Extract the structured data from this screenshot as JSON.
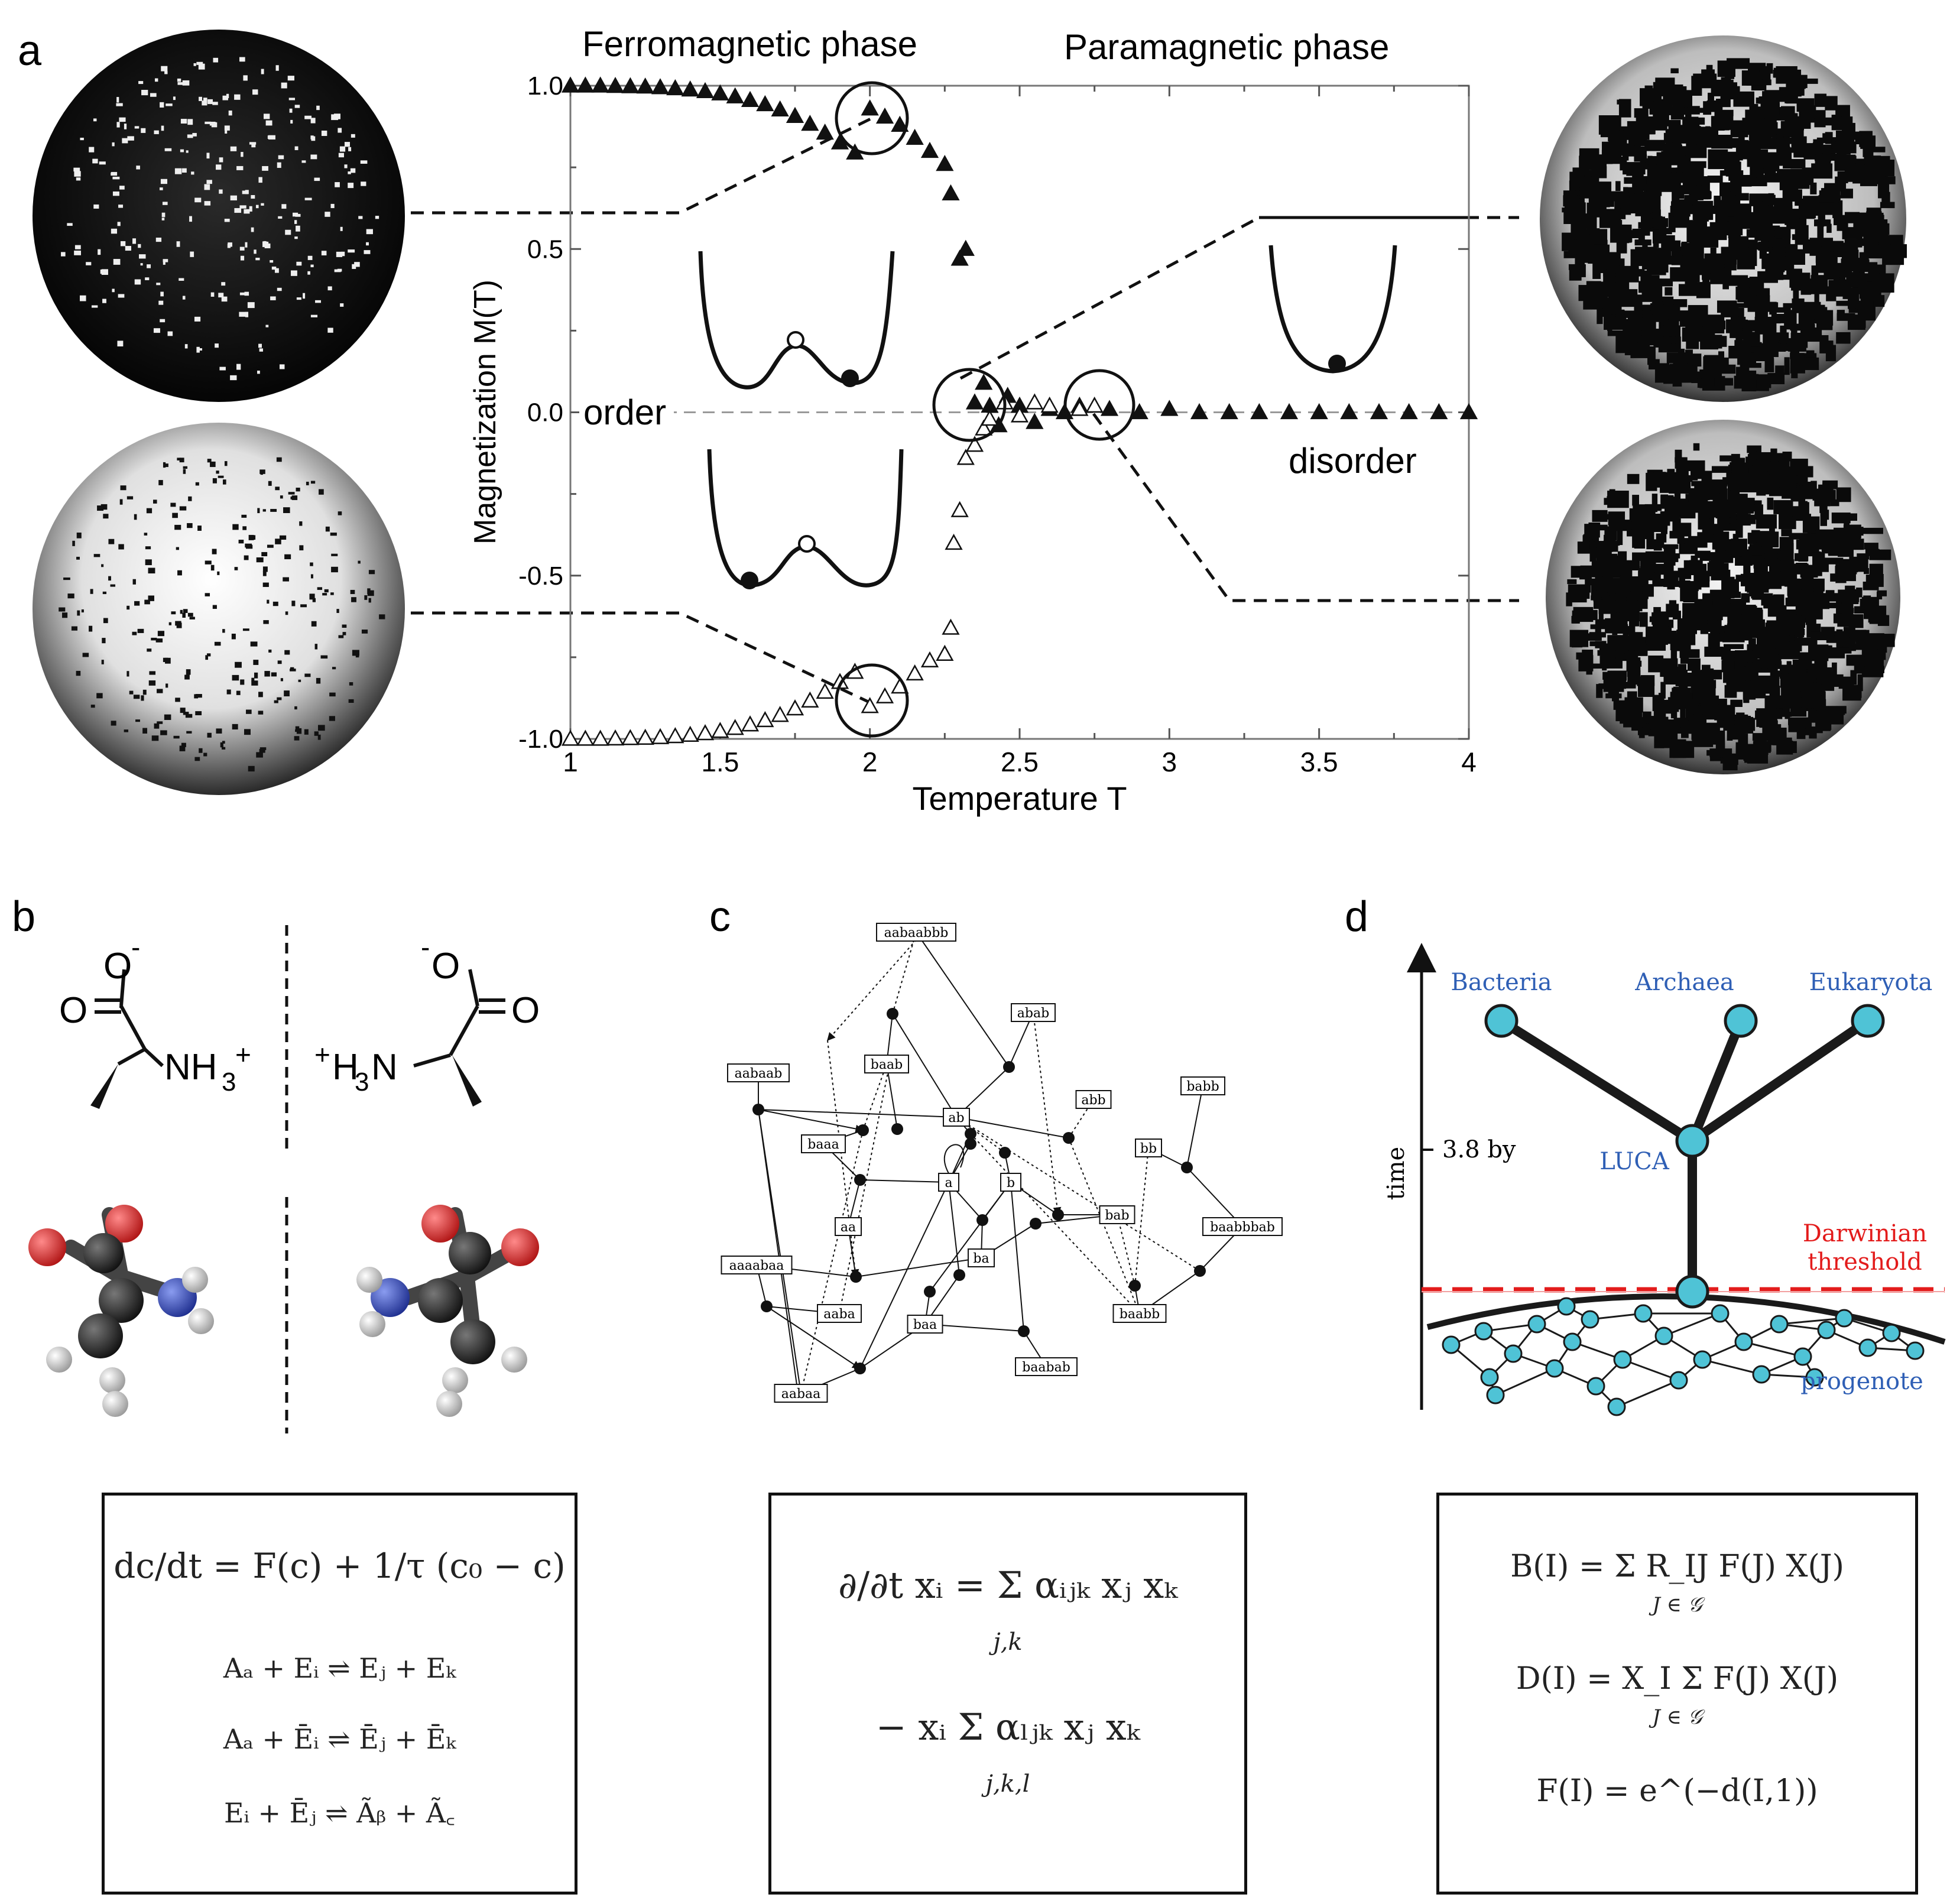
{
  "panels": {
    "a": "a",
    "b": "b",
    "c": "c",
    "d": "d"
  },
  "panel_a": {
    "phase_left": "Ferromagnetic phase",
    "phase_right": "Paramagnetic phase",
    "label_order": "order",
    "label_disorder": "disorder"
  },
  "chart_data": {
    "type": "scatter",
    "title": "",
    "xlabel": "Temperature T",
    "ylabel": "Magnetization M(T)",
    "xlim": [
      1,
      4
    ],
    "ylim": [
      -1,
      1
    ],
    "xticks": [
      "1",
      "1.5",
      "2",
      "2.5",
      "3",
      "3.5",
      "4"
    ],
    "yticks": [
      "1.0",
      "0.5",
      "0.0",
      "-0.5",
      "-1.0"
    ],
    "reference_line_y": 0,
    "series": [
      {
        "marker": "filled-triangle",
        "x": [
          1.0,
          1.05,
          1.1,
          1.15,
          1.2,
          1.25,
          1.3,
          1.35,
          1.4,
          1.45,
          1.5,
          1.55,
          1.6,
          1.65,
          1.7,
          1.75,
          1.8,
          1.85,
          1.9,
          1.95,
          2.0,
          2.05,
          2.1,
          2.15,
          2.2,
          2.25,
          2.27,
          2.3,
          2.32,
          2.35,
          2.38,
          2.4,
          2.43,
          2.46,
          2.5,
          2.55,
          2.6,
          2.65,
          2.7,
          2.8,
          2.9,
          3.0,
          3.1,
          3.2,
          3.3,
          3.4,
          3.5,
          3.6,
          3.7,
          3.8,
          3.9,
          4.0
        ],
        "y": [
          1.0,
          1.0,
          1.0,
          0.999,
          0.998,
          0.997,
          0.995,
          0.992,
          0.988,
          0.983,
          0.976,
          0.967,
          0.956,
          0.943,
          0.927,
          0.907,
          0.883,
          0.856,
          0.826,
          0.795,
          0.93,
          0.905,
          0.88,
          0.84,
          0.8,
          0.76,
          0.67,
          0.47,
          0.5,
          0.03,
          0.09,
          0.02,
          -0.04,
          0.05,
          0.02,
          -0.03,
          0.01,
          0.0,
          0.02,
          0.01,
          0.0,
          0.01,
          0.0,
          0.0,
          0.0,
          0.0,
          0.0,
          0.0,
          0.0,
          0.0,
          0.0,
          0.0
        ]
      },
      {
        "marker": "open-triangle",
        "x": [
          1.0,
          1.05,
          1.1,
          1.15,
          1.2,
          1.25,
          1.3,
          1.35,
          1.4,
          1.45,
          1.5,
          1.55,
          1.6,
          1.65,
          1.7,
          1.75,
          1.8,
          1.85,
          1.9,
          1.95,
          2.0,
          2.05,
          2.1,
          2.15,
          2.2,
          2.25,
          2.27,
          2.28,
          2.3,
          2.32,
          2.35,
          2.38,
          2.4,
          2.45,
          2.5,
          2.55,
          2.6,
          2.7,
          2.75
        ],
        "y": [
          -1.0,
          -1.0,
          -1.0,
          -0.999,
          -0.998,
          -0.997,
          -0.995,
          -0.992,
          -0.988,
          -0.983,
          -0.976,
          -0.967,
          -0.956,
          -0.943,
          -0.927,
          -0.907,
          -0.883,
          -0.856,
          -0.826,
          -0.795,
          -0.9,
          -0.87,
          -0.84,
          -0.8,
          -0.76,
          -0.74,
          -0.66,
          -0.4,
          -0.3,
          -0.14,
          -0.1,
          -0.05,
          -0.02,
          0.03,
          -0.01,
          0.03,
          0.02,
          0.01,
          0.02
        ]
      }
    ]
  },
  "panel_b": {
    "left_molecule": [
      "O",
      "O",
      "-",
      "NH",
      "3",
      "+"
    ],
    "right_molecule": [
      "-",
      "O",
      "O",
      "+",
      "H",
      "3",
      "N"
    ],
    "eq_line1": "dc/dt = F(c) + 1/τ (c₀ − c)",
    "eq_line2": "Aₐ + Eᵢ ⇌ Eⱼ + Eₖ",
    "eq_line3": "Aₐ + Ēᵢ ⇌ Ēⱼ + Ēₖ",
    "eq_line4": "Eᵢ + Ēⱼ ⇌ Ãᵦ + Ã꜀"
  },
  "panel_c": {
    "nodes": [
      "aabaabbb",
      "abab",
      "aabaab",
      "baab",
      "abb",
      "babb",
      "ab",
      "baaa",
      "bb",
      "a",
      "b",
      "aa",
      "bab",
      "baabbbab",
      "ba",
      "aaaabaa",
      "aaba",
      "baa",
      "baabb",
      "baabab",
      "aabaa"
    ],
    "eq_line1": "∂/∂t xᵢ = Σ αᵢⱼₖ xⱼ xₖ",
    "eq_sum1": "j,k",
    "eq_line2": "− xᵢ Σ αₗⱼₖ xⱼ xₖ",
    "eq_sum2": "j,k,l"
  },
  "panel_d": {
    "bacteria": "Bacteria",
    "archaea": "Archaea",
    "eukaryota": "Eukaryota",
    "time": "time",
    "by": "3.8 by",
    "luca": "LUCA",
    "darwinian1": "Darwinian",
    "darwinian2": "threshold",
    "progenote": "progenote",
    "eq_line1": "B(I) = Σ R_IJ F(J) X(J)",
    "eq_sum1": "J ∈ 𝒢",
    "eq_line2": "D(I) = X_I Σ F(J) X(J)",
    "eq_sum2": "J ∈ 𝒢",
    "eq_line3": "F(I) = e^(−d(I,1))"
  },
  "colors": {
    "ink": "#111111",
    "oxygen": "#d42a2a",
    "nitrogen": "#2b3fa8",
    "hydrogen": "#e6e6e6",
    "carbon": "#222222",
    "node_cyan": "#4fc3d6",
    "luca_blue": "#2f5fb5",
    "threshold_red": "#e31b1b"
  }
}
